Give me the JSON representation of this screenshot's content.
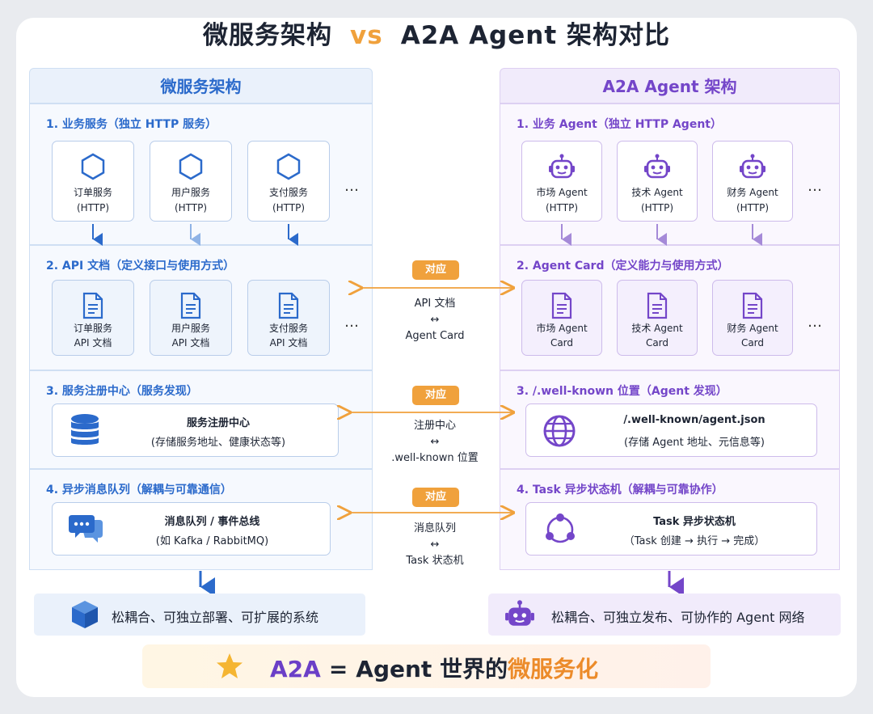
{
  "title": {
    "left": "微服务架构",
    "vs": "vs",
    "right": "A2A Agent 架构对比"
  },
  "left": {
    "header": "微服务架构",
    "sec1": {
      "title": "1. 业务服务（独立 HTTP 服务）",
      "items": [
        {
          "name": "订单服务",
          "sub": "(HTTP)"
        },
        {
          "name": "用户服务",
          "sub": "(HTTP)"
        },
        {
          "name": "支付服务",
          "sub": "(HTTP)"
        }
      ]
    },
    "sec2": {
      "title": "2. API 文档（定义接口与使用方式）",
      "items": [
        {
          "name": "订单服务",
          "sub": "API 文档"
        },
        {
          "name": "用户服务",
          "sub": "API 文档"
        },
        {
          "name": "支付服务",
          "sub": "API 文档"
        }
      ]
    },
    "sec3": {
      "title": "3. 服务注册中心（服务发现）",
      "box_title": "服务注册中心",
      "box_sub": "(存储服务地址、健康状态等)"
    },
    "sec4": {
      "title": "4. 异步消息队列（解耦与可靠通信）",
      "box_title": "消息队列 / 事件总线",
      "box_sub": "(如 Kafka / RabbitMQ)"
    },
    "result": "松耦合、可独立部署、可扩展的系统"
  },
  "right": {
    "header": "A2A Agent 架构",
    "sec1": {
      "title": "1. 业务 Agent（独立 HTTP Agent）",
      "items": [
        {
          "name": "市场 Agent",
          "sub": "(HTTP)"
        },
        {
          "name": "技术 Agent",
          "sub": "(HTTP)"
        },
        {
          "name": "财务 Agent",
          "sub": "(HTTP)"
        }
      ]
    },
    "sec2": {
      "title": "2. Agent Card（定义能力与使用方式）",
      "items": [
        {
          "name": "市场 Agent",
          "sub": "Card"
        },
        {
          "name": "技术 Agent",
          "sub": "Card"
        },
        {
          "name": "财务 Agent",
          "sub": "Card"
        }
      ]
    },
    "sec3": {
      "title": "3. /.well-known 位置（Agent 发现）",
      "box_title": "/.well-known/agent.json",
      "box_sub": "(存储 Agent 地址、元信息等)"
    },
    "sec4": {
      "title": "4. Task 异步状态机（解耦与可靠协作）",
      "box_title": "Task 异步状态机",
      "box_sub": "（Task 创建 → 执行 → 完成）"
    },
    "result": "松耦合、可独立发布、可协作的 Agent 网络"
  },
  "middle": {
    "badge": "对应",
    "ellipsis": "…",
    "m1": {
      "a": "API 文档",
      "arrow": "↔",
      "b": "Agent Card"
    },
    "m2": {
      "a": "注册中心",
      "arrow": "↔",
      "b": ".well-known 位置"
    },
    "m3": {
      "a": "消息队列",
      "arrow": "↔",
      "b": "Task 状态机"
    }
  },
  "banner": {
    "a2a": "A2A",
    "eq": "=",
    "text": "Agent 世界的",
    "highlight": "微服务化"
  },
  "colors": {
    "blue": "#2b6acb",
    "purple": "#7446c9",
    "orange": "#f0a13c"
  }
}
